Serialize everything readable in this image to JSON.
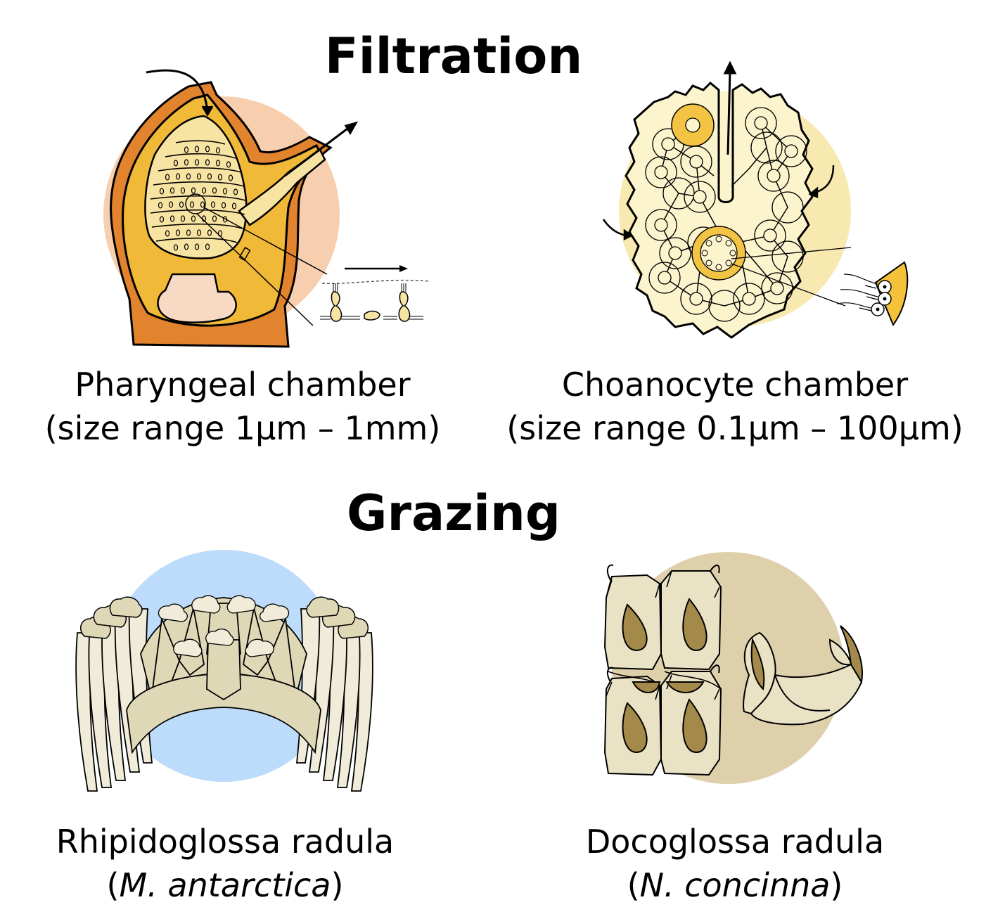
{
  "sections": {
    "filtration": {
      "heading": "Filtration"
    },
    "grazing": {
      "heading": "Grazing"
    }
  },
  "panels": {
    "pharyngeal": {
      "name": "Pharyngeal chamber",
      "range": "(size range 1μm – 1mm)",
      "circle_color": "#f8cfae",
      "colors": {
        "outer": "#e2832e",
        "mid": "#f0b937",
        "inner": "#f7e3a2",
        "cavity": "#f8d9c4"
      }
    },
    "choanocyte": {
      "name": "Choanocyte chamber",
      "range": "(size range 0.1μm – 100μm)",
      "circle_color": "#f8e9b0",
      "colors": {
        "body": "#fbf4cc",
        "chamber": "#f3c443",
        "fan": "#f3c13a"
      }
    },
    "rhipidoglossa": {
      "name": "Rhipidoglossa radula",
      "species_open": "(",
      "species": "M. antarctica",
      "species_close": ")",
      "circle_color": "#bddcfb",
      "colors": {
        "tooth": "#dfd8b7",
        "tooth_light": "#f1ecd9"
      }
    },
    "docoglossa": {
      "name": "Docoglossa radula",
      "species_open": "(",
      "species": "N. concinna",
      "species_close": ")",
      "circle_color": "#dfd0ac",
      "colors": {
        "plate": "#eae2c5",
        "cusp": "#a3894a"
      }
    }
  }
}
